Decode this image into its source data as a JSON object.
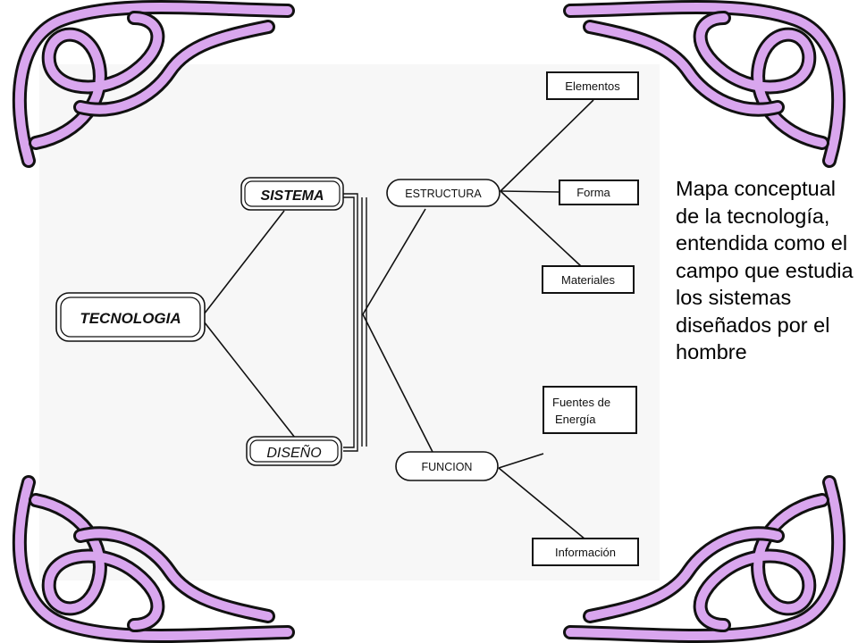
{
  "diagram": {
    "root": "TECNOLOGIA",
    "nodes": {
      "sistema": "SISTEMA",
      "diseno": "DISEÑO",
      "estructura": "ESTRUCTURA",
      "funcion": "FUNCION",
      "elementos": "Elementos",
      "forma": "Forma",
      "materiales": "Materiales",
      "fuentes_line1": "Fuentes de",
      "fuentes_line2": "Energía",
      "informacion": "Información"
    }
  },
  "caption": "Mapa conceptual de la tecnología, entendida como el campo que estudia los sistemas diseñados por el hombre",
  "colors": {
    "knot_fill": "#d9a6ee",
    "knot_outline": "#111111",
    "panel": "#f7f7f7",
    "line": "#111111"
  }
}
